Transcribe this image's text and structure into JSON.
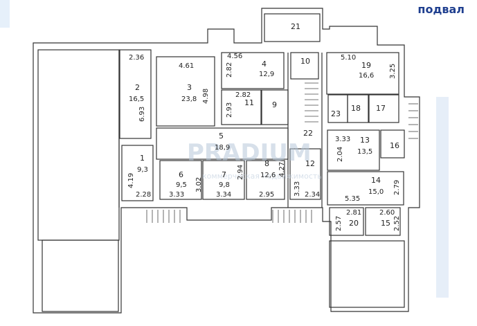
{
  "floor_label": "подвал",
  "watermark": {
    "brand": "PRADIUM",
    "tagline": "коммерческая недвижимость"
  },
  "rooms": [
    {
      "id": "1",
      "num": "1",
      "area": "9,3"
    },
    {
      "id": "2",
      "num": "2",
      "area": "16,5"
    },
    {
      "id": "3",
      "num": "3",
      "area": "23,8"
    },
    {
      "id": "4",
      "num": "4",
      "area": "12,9"
    },
    {
      "id": "5",
      "num": "5",
      "area": "18,9"
    },
    {
      "id": "6",
      "num": "6",
      "area": "9,5"
    },
    {
      "id": "7",
      "num": "7",
      "area": "9,8"
    },
    {
      "id": "8",
      "num": "8",
      "area": "12,6"
    },
    {
      "id": "9",
      "num": "9",
      "area": ""
    },
    {
      "id": "10",
      "num": "10",
      "area": ""
    },
    {
      "id": "11",
      "num": "11",
      "area": ""
    },
    {
      "id": "12",
      "num": "12",
      "area": ""
    },
    {
      "id": "13",
      "num": "13",
      "area": "13,5"
    },
    {
      "id": "14",
      "num": "14",
      "area": "15,0"
    },
    {
      "id": "15",
      "num": "15",
      "area": ""
    },
    {
      "id": "16",
      "num": "16",
      "area": ""
    },
    {
      "id": "17",
      "num": "17",
      "area": ""
    },
    {
      "id": "18",
      "num": "18",
      "area": ""
    },
    {
      "id": "19",
      "num": "19",
      "area": "16,6"
    },
    {
      "id": "20",
      "num": "20",
      "area": ""
    },
    {
      "id": "21",
      "num": "21",
      "area": ""
    },
    {
      "id": "22",
      "num": "22",
      "area": ""
    },
    {
      "id": "23",
      "num": "23",
      "area": ""
    }
  ],
  "dimensions": [
    "2.36",
    "6.93",
    "4.61",
    "4.98",
    "4.56",
    "2.82",
    "2.82",
    "2.93",
    "5.10",
    "3.25",
    "3.33",
    "3.02",
    "2.94",
    "3.34",
    "2.95",
    "4.27",
    "3.33",
    "2.34",
    "4.19",
    "2.28",
    "3.33",
    "2.04",
    "2.79",
    "5.35",
    "2.81",
    "2.60",
    "2.57",
    "2.52"
  ]
}
